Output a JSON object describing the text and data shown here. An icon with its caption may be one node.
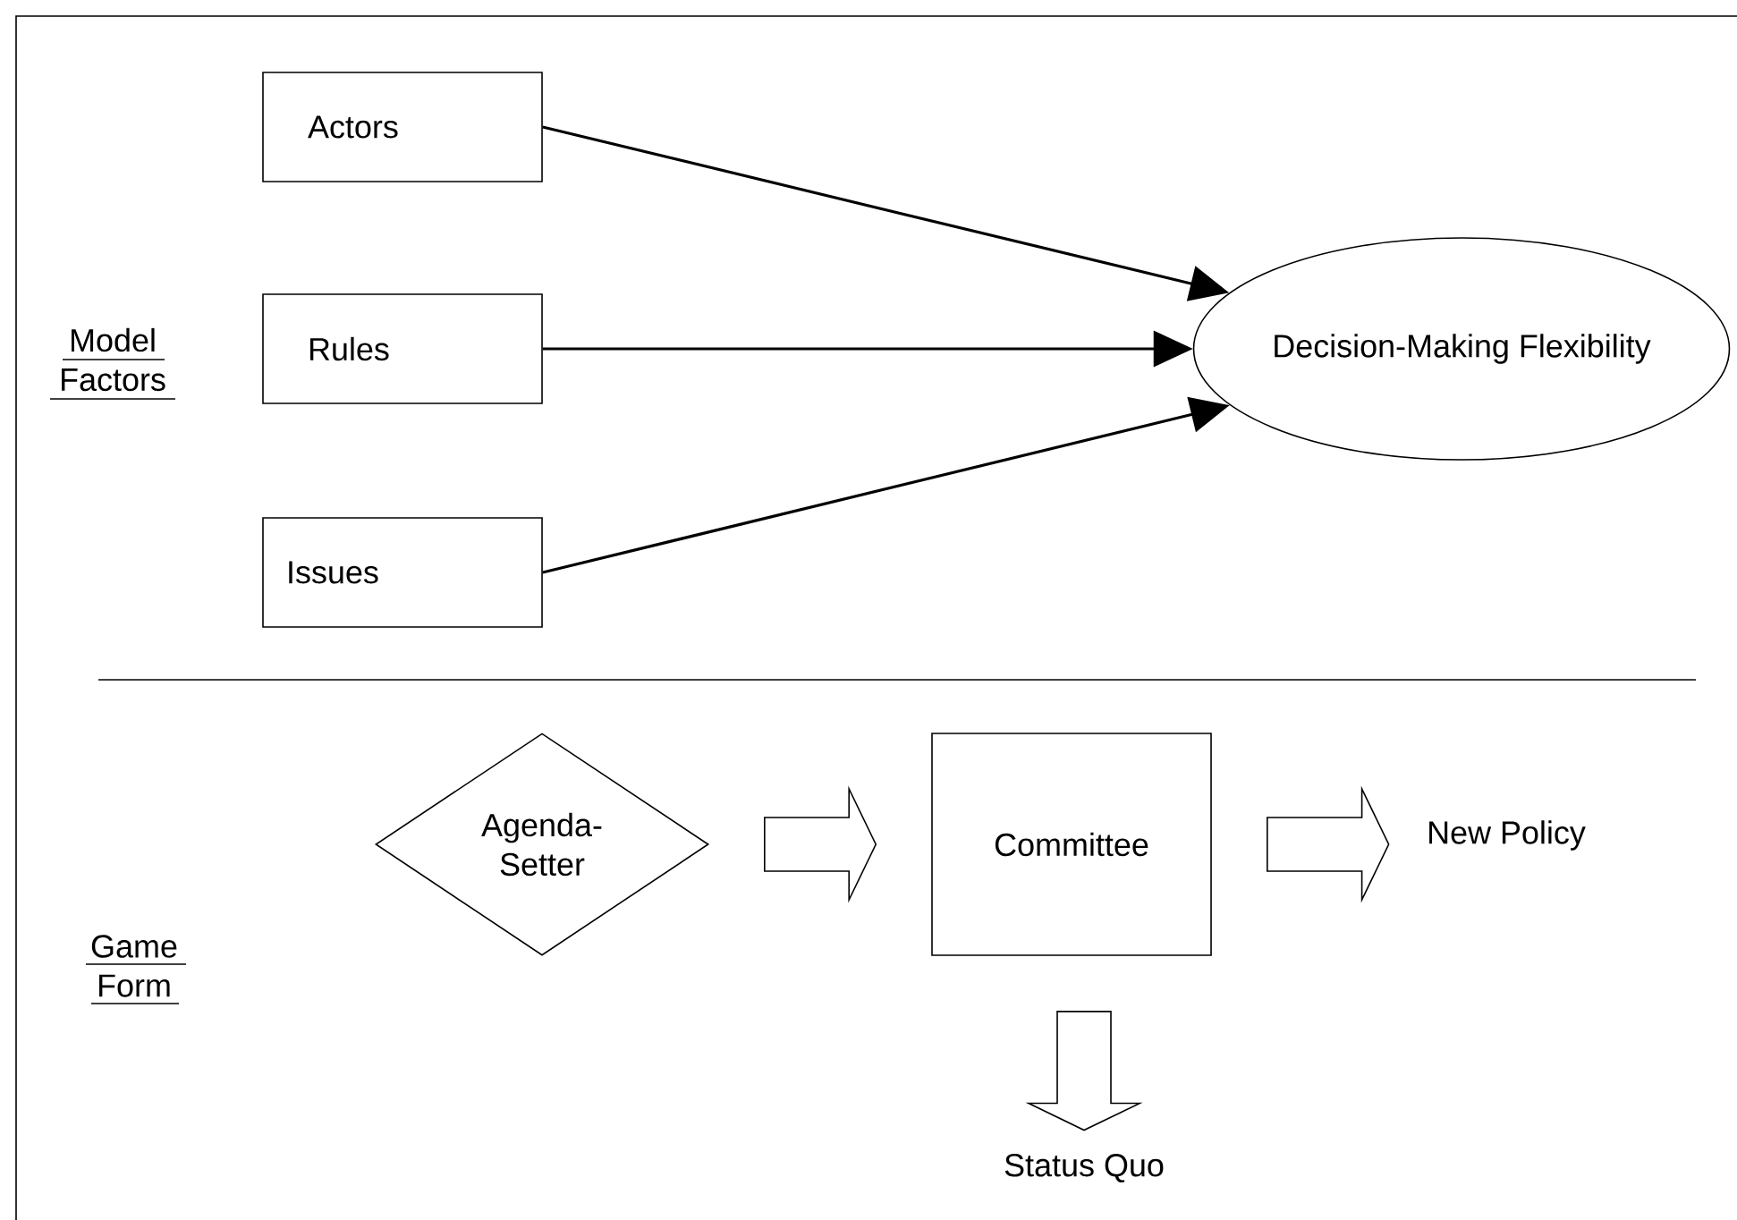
{
  "diagram": {
    "nodes": [
      {
        "text": [
          "Actors"
        ]
      },
      {
        "text": [
          "Rules"
        ]
      },
      {
        "text": [
          "Issues"
        ]
      },
      {
        "text": [
          "Decision-Making Flexibility"
        ]
      },
      {
        "text": [
          "Agenda-Setter"
        ]
      },
      {
        "text": [
          "Committee"
        ]
      },
      {
        "text": [
          "New Policy"
        ]
      },
      {
        "text": [
          "Status Quo"
        ]
      }
    ],
    "edges": [
      {
        "from": 0,
        "to": 3,
        "arrow": "to"
      },
      {
        "from": 1,
        "to": 3,
        "arrow": "to"
      },
      {
        "from": 2,
        "to": 3,
        "arrow": "to"
      },
      {
        "from": 4,
        "to": 5,
        "arrow": "to",
        "style": "thick"
      },
      {
        "from": 5,
        "to": 6,
        "arrow": "to",
        "style": "thick"
      },
      {
        "from": 5,
        "to": 7,
        "arrow": "to",
        "style": "thick"
      }
    ],
    "labels": [
      "Model Factors",
      "Game Form"
    ]
  }
}
